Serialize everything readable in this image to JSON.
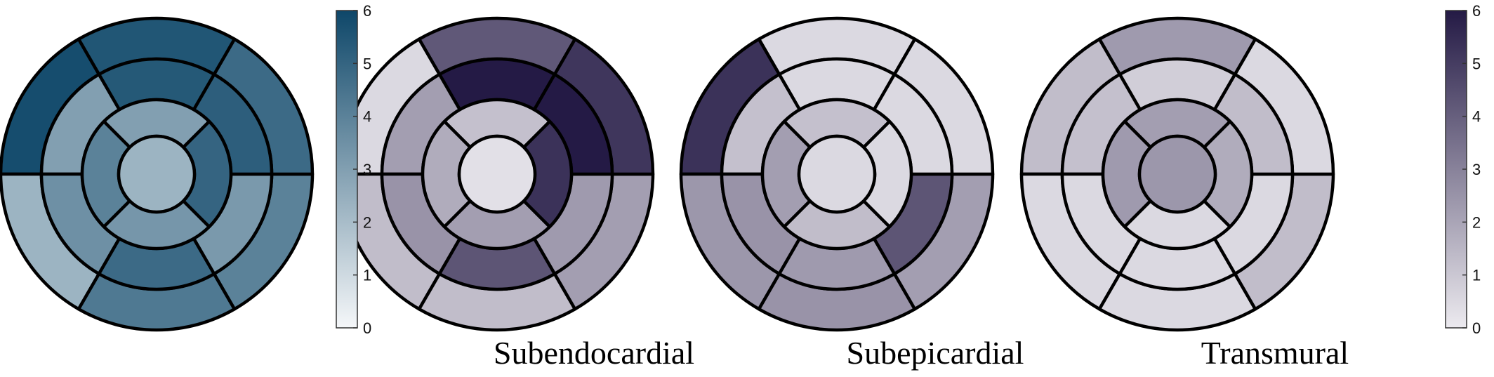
{
  "chart_data": [
    {
      "type": "bullseye",
      "title": "",
      "colormap": "blue",
      "value_range": [
        0,
        6
      ],
      "segments": {
        "basal": [
          5.5,
          5.8,
          2.3,
          4.3,
          4.0,
          4.8
        ],
        "mid": [
          5.4,
          3.0,
          3.5,
          4.8,
          3.2,
          5.2
        ],
        "apical": [
          3.0,
          4.0,
          3.3,
          5.0
        ],
        "apex": 2.3
      }
    },
    {
      "type": "bullseye",
      "title": "Subendocardial",
      "colormap": "purple",
      "value_range": [
        0,
        6
      ],
      "segments": {
        "basal": [
          4.2,
          0.5,
          1.3,
          1.3,
          2.2,
          5.2
        ],
        "mid": [
          6.0,
          2.2,
          2.5,
          4.3,
          2.3,
          6.0
        ],
        "apical": [
          1.2,
          1.8,
          2.2,
          5.3
        ],
        "apex": 0.3
      }
    },
    {
      "type": "bullseye",
      "title": "Subepicardial",
      "colormap": "purple",
      "value_range": [
        0,
        6
      ],
      "segments": {
        "basal": [
          0.5,
          5.3,
          2.4,
          2.5,
          2.2,
          0.5
        ],
        "mid": [
          0.5,
          1.2,
          2.5,
          2.3,
          4.3,
          0.5
        ],
        "apical": [
          1.2,
          2.2,
          1.3,
          0.5
        ],
        "apex": 0.5
      }
    },
    {
      "type": "bullseye",
      "title": "Transmural",
      "colormap": "purple",
      "value_range": [
        0,
        6
      ],
      "segments": {
        "basal": [
          2.3,
          1.3,
          0.5,
          0.5,
          1.3,
          0.5
        ],
        "mid": [
          0.8,
          1.2,
          0.5,
          0.5,
          0.5,
          1.3
        ],
        "apical": [
          2.2,
          2.3,
          0.5,
          1.8
        ],
        "apex": 2.4
      }
    }
  ],
  "colorbars": [
    {
      "colormap": "blue",
      "ticks": [
        "0",
        "1",
        "2",
        "3",
        "4",
        "5",
        "6"
      ]
    },
    {
      "colormap": "purple",
      "ticks": [
        "0",
        "1",
        "2",
        "3",
        "4",
        "5",
        "6"
      ]
    }
  ],
  "colors": {
    "blue": {
      "low": "#f5f7f9",
      "high": "#0e4769"
    },
    "purple": {
      "low": "#eceaef",
      "high": "#241a45"
    }
  }
}
